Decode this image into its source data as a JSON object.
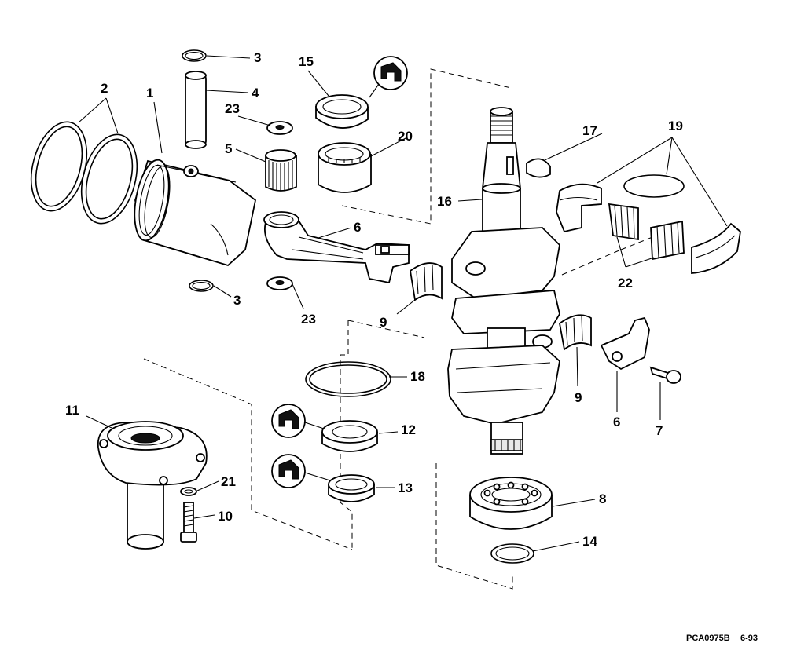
{
  "diagram": {
    "callouts": [
      {
        "id": "c1",
        "text": "1"
      },
      {
        "id": "c2",
        "text": "2"
      },
      {
        "id": "c3a",
        "text": "3"
      },
      {
        "id": "c3b",
        "text": "3"
      },
      {
        "id": "c4",
        "text": "4"
      },
      {
        "id": "c5",
        "text": "5"
      },
      {
        "id": "c6a",
        "text": "6"
      },
      {
        "id": "c6b",
        "text": "6"
      },
      {
        "id": "c7",
        "text": "7"
      },
      {
        "id": "c8",
        "text": "8"
      },
      {
        "id": "c9a",
        "text": "9"
      },
      {
        "id": "c9b",
        "text": "9"
      },
      {
        "id": "c10",
        "text": "10"
      },
      {
        "id": "c11",
        "text": "11"
      },
      {
        "id": "c12",
        "text": "12"
      },
      {
        "id": "c13",
        "text": "13"
      },
      {
        "id": "c14",
        "text": "14"
      },
      {
        "id": "c15",
        "text": "15"
      },
      {
        "id": "c16",
        "text": "16"
      },
      {
        "id": "c17",
        "text": "17"
      },
      {
        "id": "c18",
        "text": "18"
      },
      {
        "id": "c19",
        "text": "19"
      },
      {
        "id": "c20",
        "text": "20"
      },
      {
        "id": "c21",
        "text": "21"
      },
      {
        "id": "c22",
        "text": "22"
      },
      {
        "id": "c23a",
        "text": "23"
      },
      {
        "id": "c23b",
        "text": "23"
      }
    ],
    "footer": {
      "code": "PCA0975B",
      "date": "6-93"
    }
  }
}
